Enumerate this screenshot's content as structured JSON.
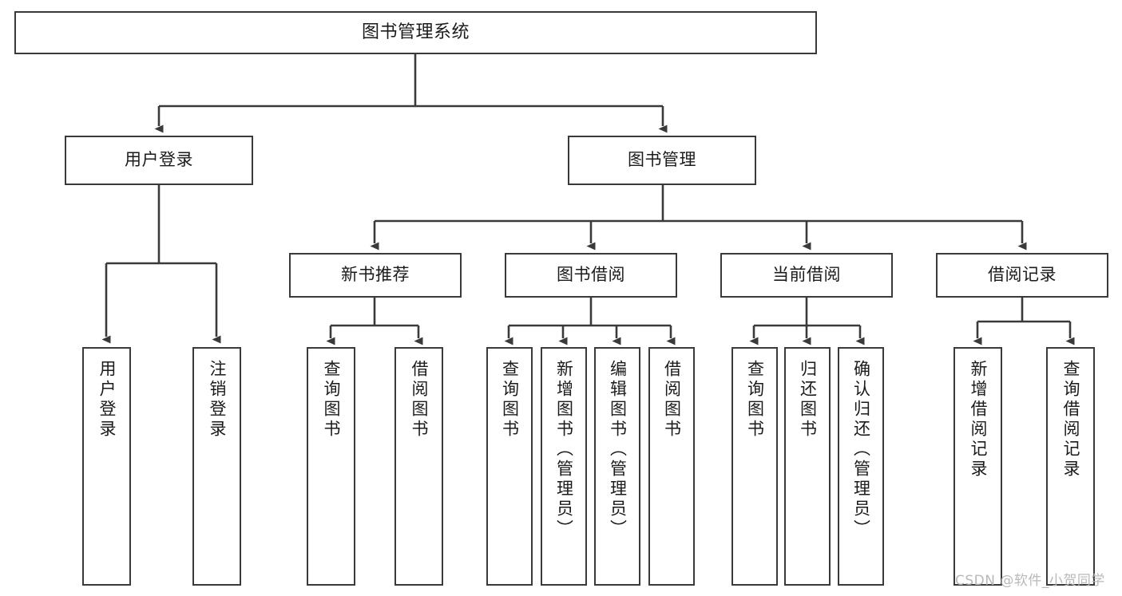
{
  "diagram": {
    "title": "图书管理系统",
    "type": "tree-structure-chart",
    "watermark": "CSDN @软件_小贺同学"
  },
  "nodes": {
    "root": {
      "label": "图书管理系统"
    },
    "level2": [
      {
        "id": "user-login",
        "label": "用户登录"
      },
      {
        "id": "book-manage",
        "label": "图书管理"
      }
    ],
    "level3": [
      {
        "id": "new-book-recommend",
        "label": "新书推荐"
      },
      {
        "id": "book-borrow",
        "label": "图书借阅"
      },
      {
        "id": "current-borrow",
        "label": "当前借阅"
      },
      {
        "id": "borrow-record",
        "label": "借阅记录"
      }
    ],
    "leaves": {
      "user_login": [
        {
          "id": "leaf-user-login",
          "label": "用户登录"
        },
        {
          "id": "leaf-logout",
          "label": "注销登录"
        }
      ],
      "new_book_recommend": [
        {
          "id": "leaf-query-book-1",
          "label": "查询图书"
        },
        {
          "id": "leaf-borrow-book-1",
          "label": "借阅图书"
        }
      ],
      "book_borrow": [
        {
          "id": "leaf-query-book-2",
          "label": "查询图书"
        },
        {
          "id": "leaf-add-book",
          "label": "新增图书（管理员）"
        },
        {
          "id": "leaf-edit-book",
          "label": "编辑图书（管理员）"
        },
        {
          "id": "leaf-borrow-book-2",
          "label": "借阅图书"
        }
      ],
      "current_borrow": [
        {
          "id": "leaf-query-book-3",
          "label": "查询图书"
        },
        {
          "id": "leaf-return-book",
          "label": "归还图书"
        },
        {
          "id": "leaf-confirm-return",
          "label": "确认归还（管理员）"
        }
      ],
      "borrow_record": [
        {
          "id": "leaf-add-record",
          "label": "新增借阅记录"
        },
        {
          "id": "leaf-query-record",
          "label": "查询借阅记录"
        }
      ]
    }
  },
  "colors": {
    "stroke": "#3a3a3a",
    "text": "#1b1b1b",
    "background": "#ffffff",
    "watermark": "#b9b9b9"
  }
}
